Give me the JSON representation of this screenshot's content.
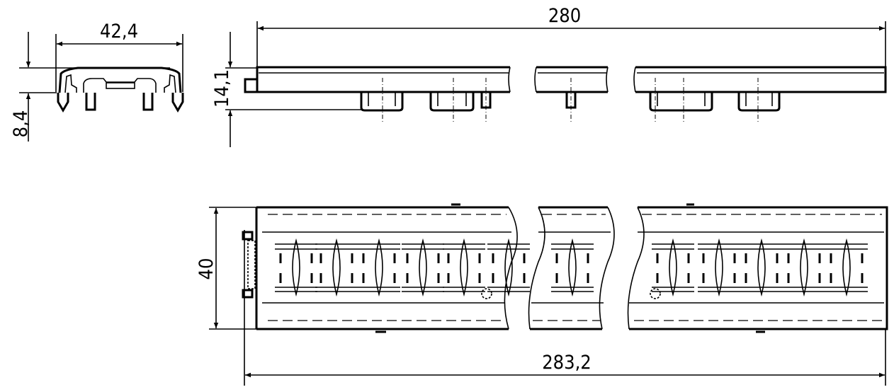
{
  "drawing": {
    "end_view": {
      "width_dim": "42,4",
      "height_dim": "8,4"
    },
    "side_view": {
      "length_dim": "280",
      "height_dim": "14,1"
    },
    "plan_view": {
      "width_dim": "40",
      "overall_length_dim": "283,2"
    },
    "line_color": "#000000",
    "background": "#ffffff"
  }
}
